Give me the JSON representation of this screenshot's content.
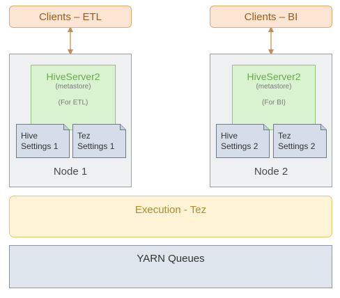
{
  "clients": [
    {
      "label": "Clients – ETL"
    },
    {
      "label": "Clients – BI"
    }
  ],
  "nodes": [
    {
      "label": "Node 1",
      "hiveserver": {
        "title": "HiveServer2",
        "subtitle": "(metastore)",
        "purpose": "(For ETL)"
      },
      "hive_settings": {
        "line1": "Hive",
        "line2": "Settings 1"
      },
      "tez_settings": {
        "line1": "Tez",
        "line2": "Settings 1"
      }
    },
    {
      "label": "Node 2",
      "hiveserver": {
        "title": "HiveServer2",
        "subtitle": "(metastore)",
        "purpose": "(For BI)"
      },
      "hive_settings": {
        "line1": "Hive",
        "line2": "Settings 2"
      },
      "tez_settings": {
        "line1": "Tez",
        "line2": "Settings 2"
      }
    }
  ],
  "execution": {
    "label": "Execution - Tez"
  },
  "yarn": {
    "label": "YARN Queues"
  },
  "colors": {
    "client_fill": "#fde5d4",
    "client_border": "#e3a86a",
    "arrow": "#c98a4f",
    "node_fill": "#eef0f2",
    "hiveserver_fill": "#d9f2d0",
    "settings_fill": "#d4dde8",
    "execution_fill": "#fff4d6",
    "yarn_fill": "#dee5ed"
  }
}
